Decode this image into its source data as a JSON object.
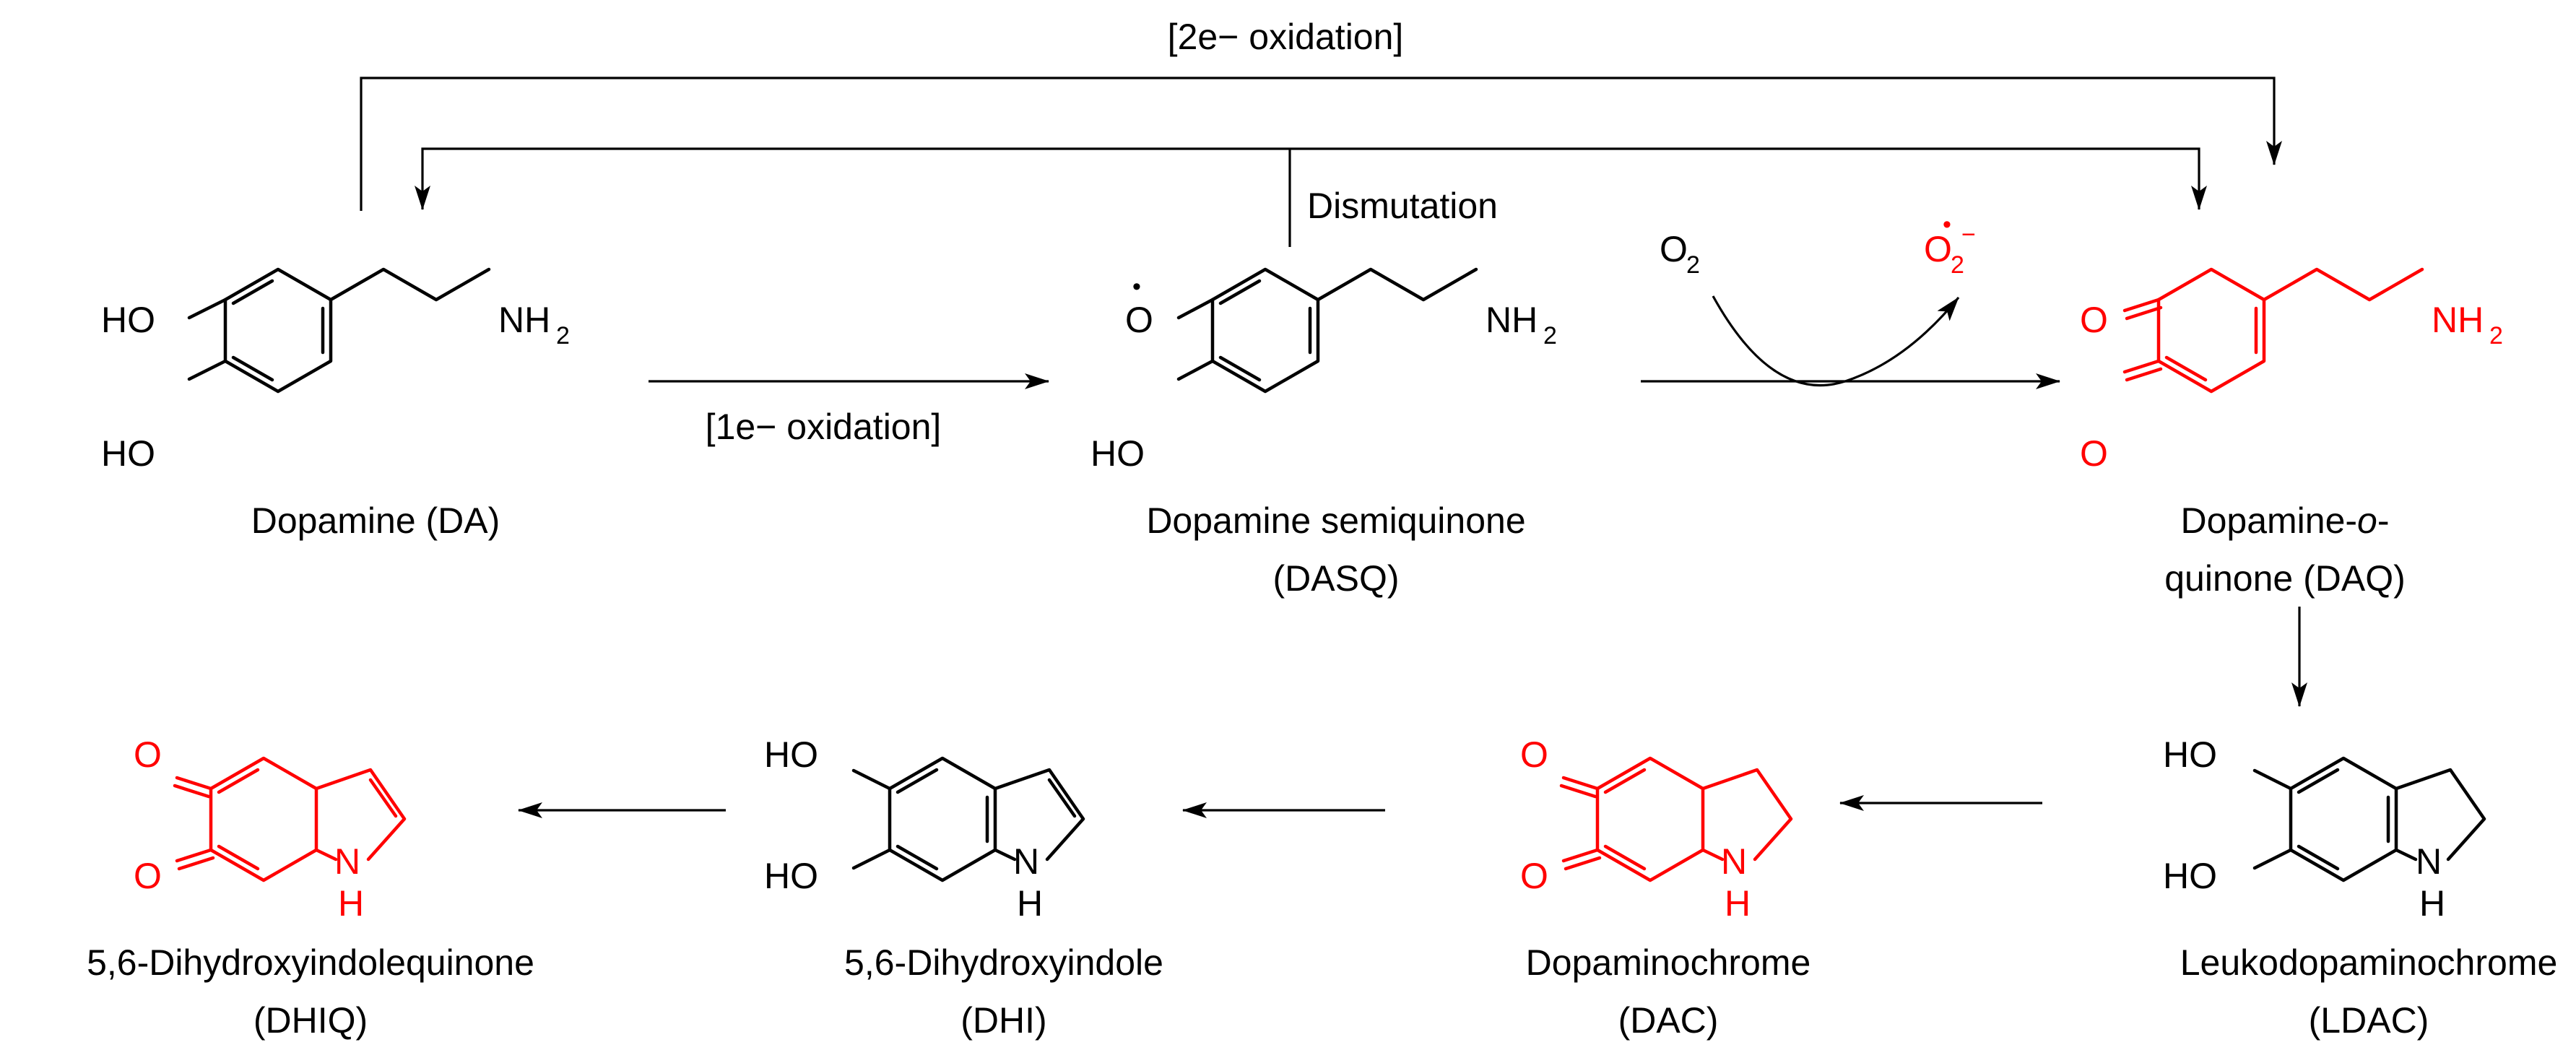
{
  "colors": {
    "quinone": "#ff0000",
    "default": "#000000"
  },
  "arrows": {
    "two_electron": "[2e− oxidation]",
    "one_electron": "[1e− oxidation]",
    "dismutation": "Dismutation",
    "o2": "O",
    "o2_sub": "2",
    "superoxide": "O",
    "superoxide_sub": "2",
    "superoxide_sup": "−",
    "radical_dot": "•"
  },
  "compounds": {
    "da": {
      "name": "Dopamine (DA)"
    },
    "dasq": {
      "name_line1": "Dopamine semiquinone",
      "name_line2": "(DASQ)"
    },
    "daq": {
      "name_line1_a": "Dopamine-",
      "name_line1_b": "o",
      "name_line1_c": "-",
      "name_line2": "quinone (DAQ)"
    },
    "ldac": {
      "name_line1": "Leukodopaminochrome",
      "name_line2": "(LDAC)"
    },
    "dac": {
      "name_line1": "Dopaminochrome",
      "name_line2": "(DAC)"
    },
    "dhi": {
      "name_line1": "5,6-Dihydroxyindole",
      "name_line2": "(DHI)"
    },
    "dhiq": {
      "name_line1": "5,6-Dihydroxyindolequinone",
      "name_line2": "(DHIQ)"
    }
  },
  "atoms": {
    "ho": "HO",
    "nh": "NH",
    "nh_sub": "2",
    "o": "O",
    "n": "N",
    "h": "H"
  }
}
